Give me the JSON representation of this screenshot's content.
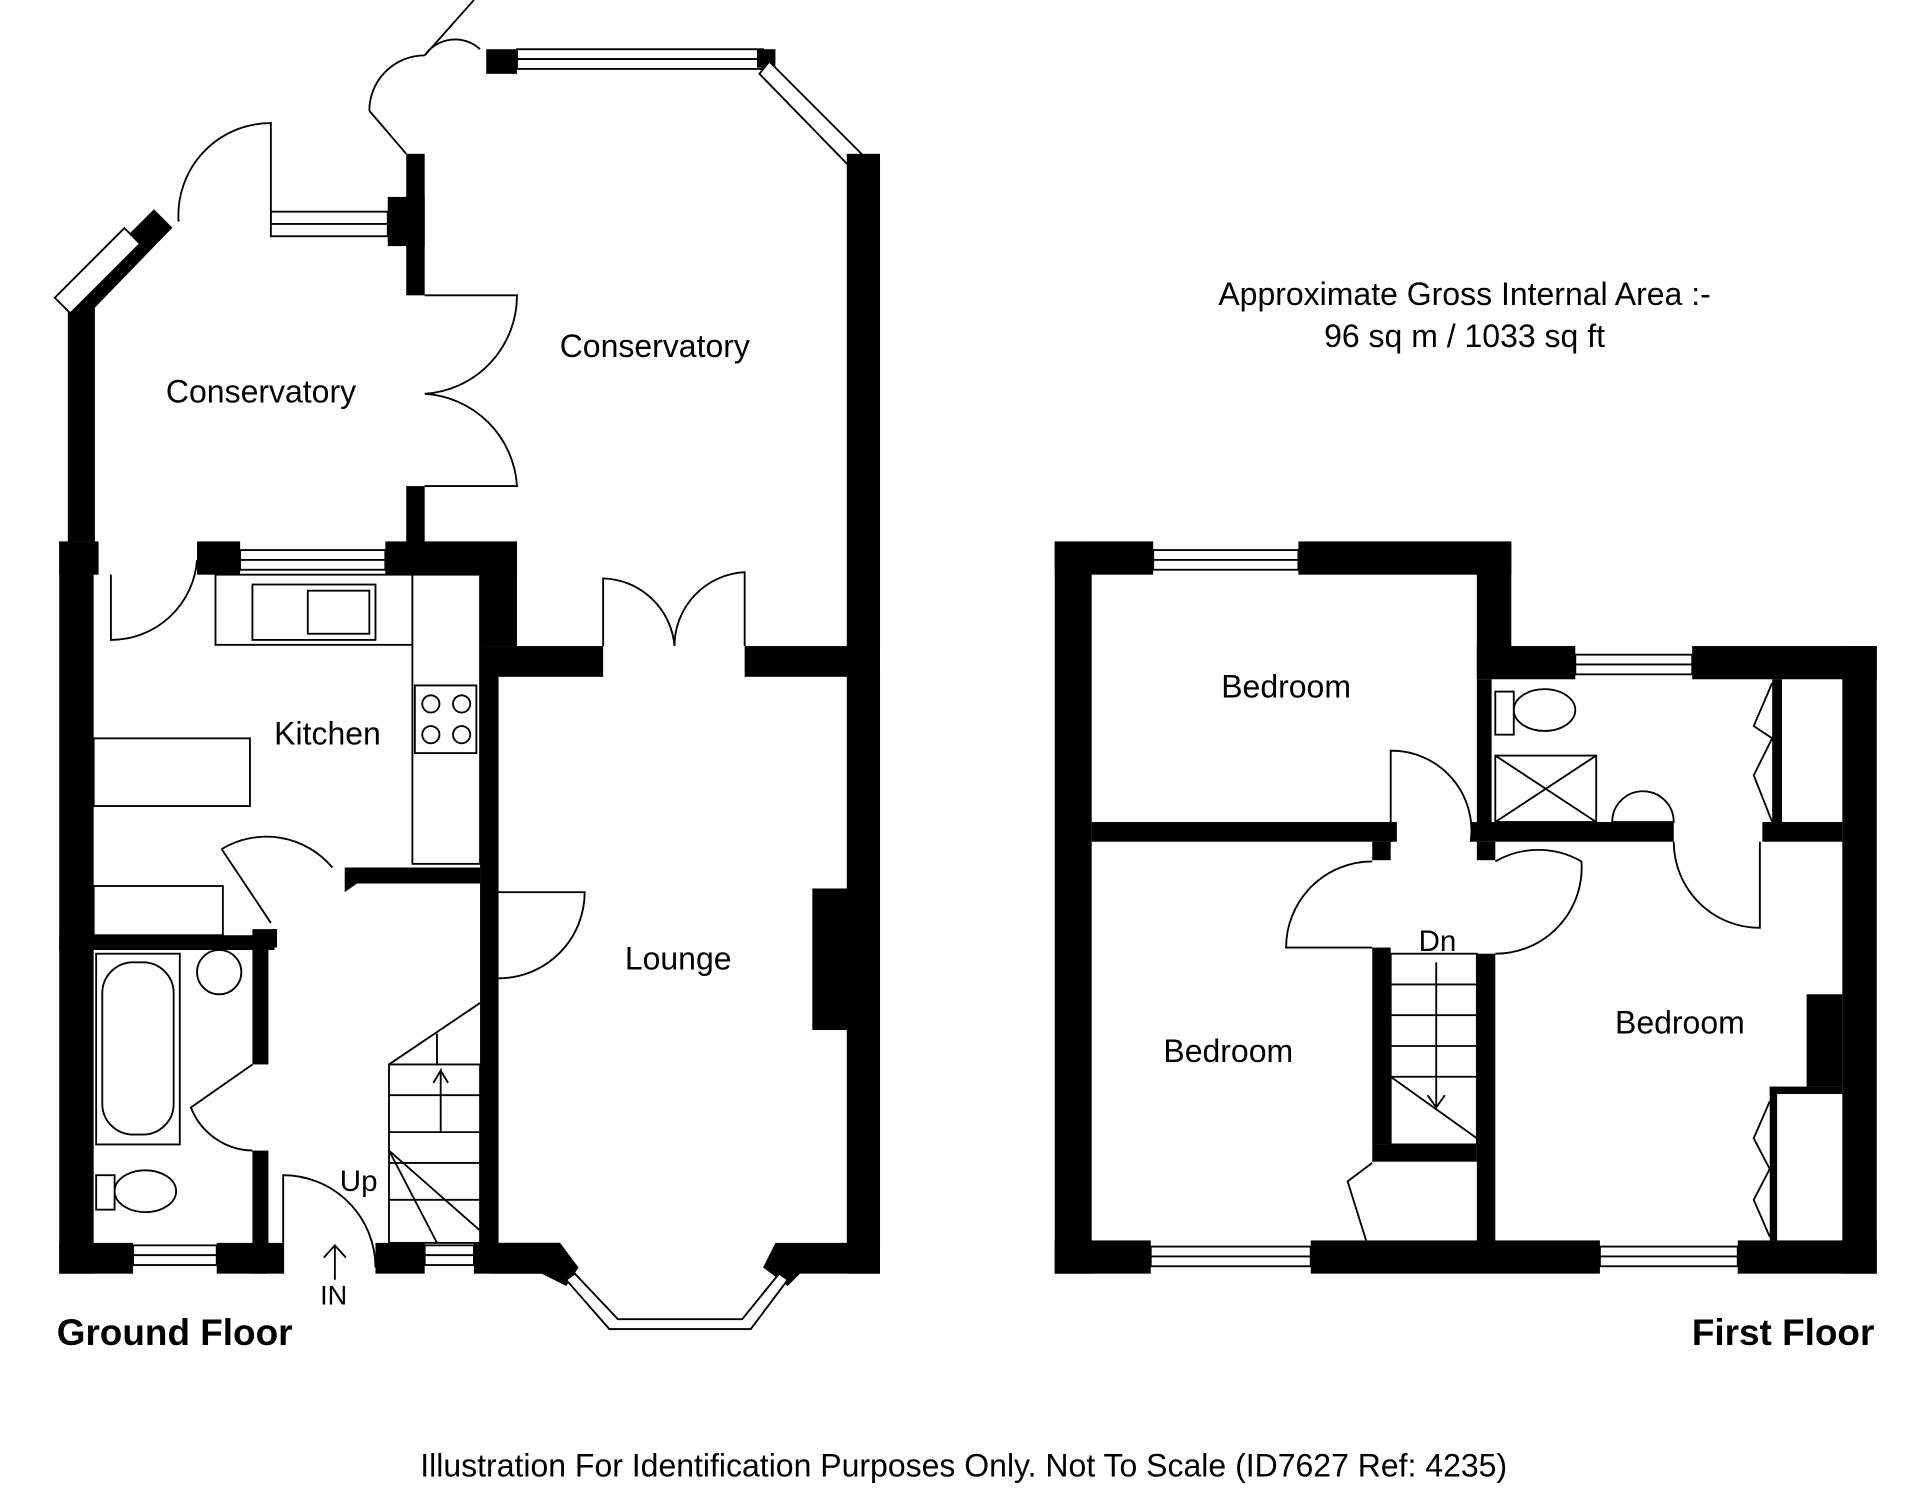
{
  "area": {
    "line1": "Approximate Gross Internal Area :-",
    "line2": "96 sq m / 1033 sq ft"
  },
  "ground_floor": {
    "label": "Ground Floor",
    "rooms": {
      "conservatory_left": "Conservatory",
      "conservatory_right": "Conservatory",
      "kitchen": "Kitchen",
      "lounge": "Lounge"
    },
    "stairs_label": "Up",
    "entrance_label": "IN"
  },
  "first_floor": {
    "label": "First Floor",
    "rooms": {
      "bedroom_top": "Bedroom",
      "bedroom_left": "Bedroom",
      "bedroom_right": "Bedroom"
    },
    "stairs_label": "Dn"
  },
  "footer": "Illustration For Identification Purposes Only. Not To Scale (ID7627 Ref: 4235)"
}
